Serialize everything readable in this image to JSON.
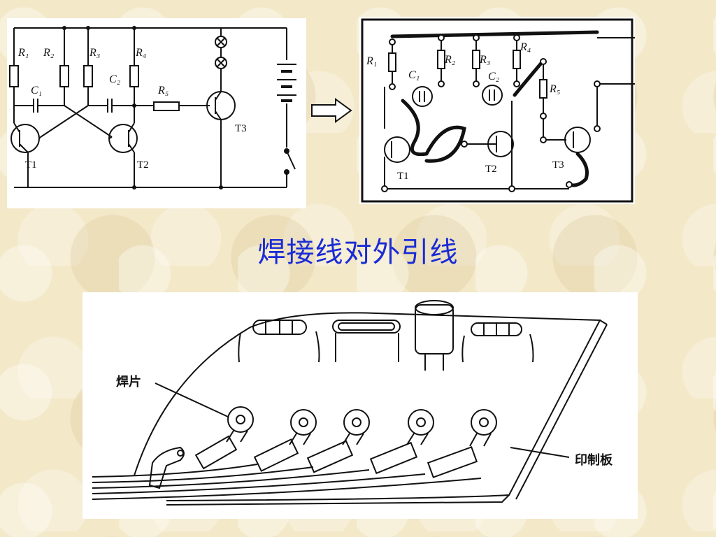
{
  "schematic": {
    "labels": {
      "r1": "R₁",
      "r2": "R₂",
      "r3": "R₃",
      "r4": "R₄",
      "r5": "R₅",
      "c1": "C₁",
      "c2": "C₂",
      "t1": "T1",
      "t2": "T2",
      "t3": "T3"
    }
  },
  "board": {
    "labels": {
      "r1": "R₁",
      "r2": "R₂",
      "r3": "R₃",
      "r4": "R₄",
      "r5": "R₅",
      "c1": "C₁",
      "c2": "C₂",
      "t1": "T1",
      "t2": "T2",
      "t3": "T3"
    }
  },
  "title": "焊接线对外引线",
  "pcb": {
    "callout_pad": "焊片",
    "callout_board": "印制板"
  }
}
